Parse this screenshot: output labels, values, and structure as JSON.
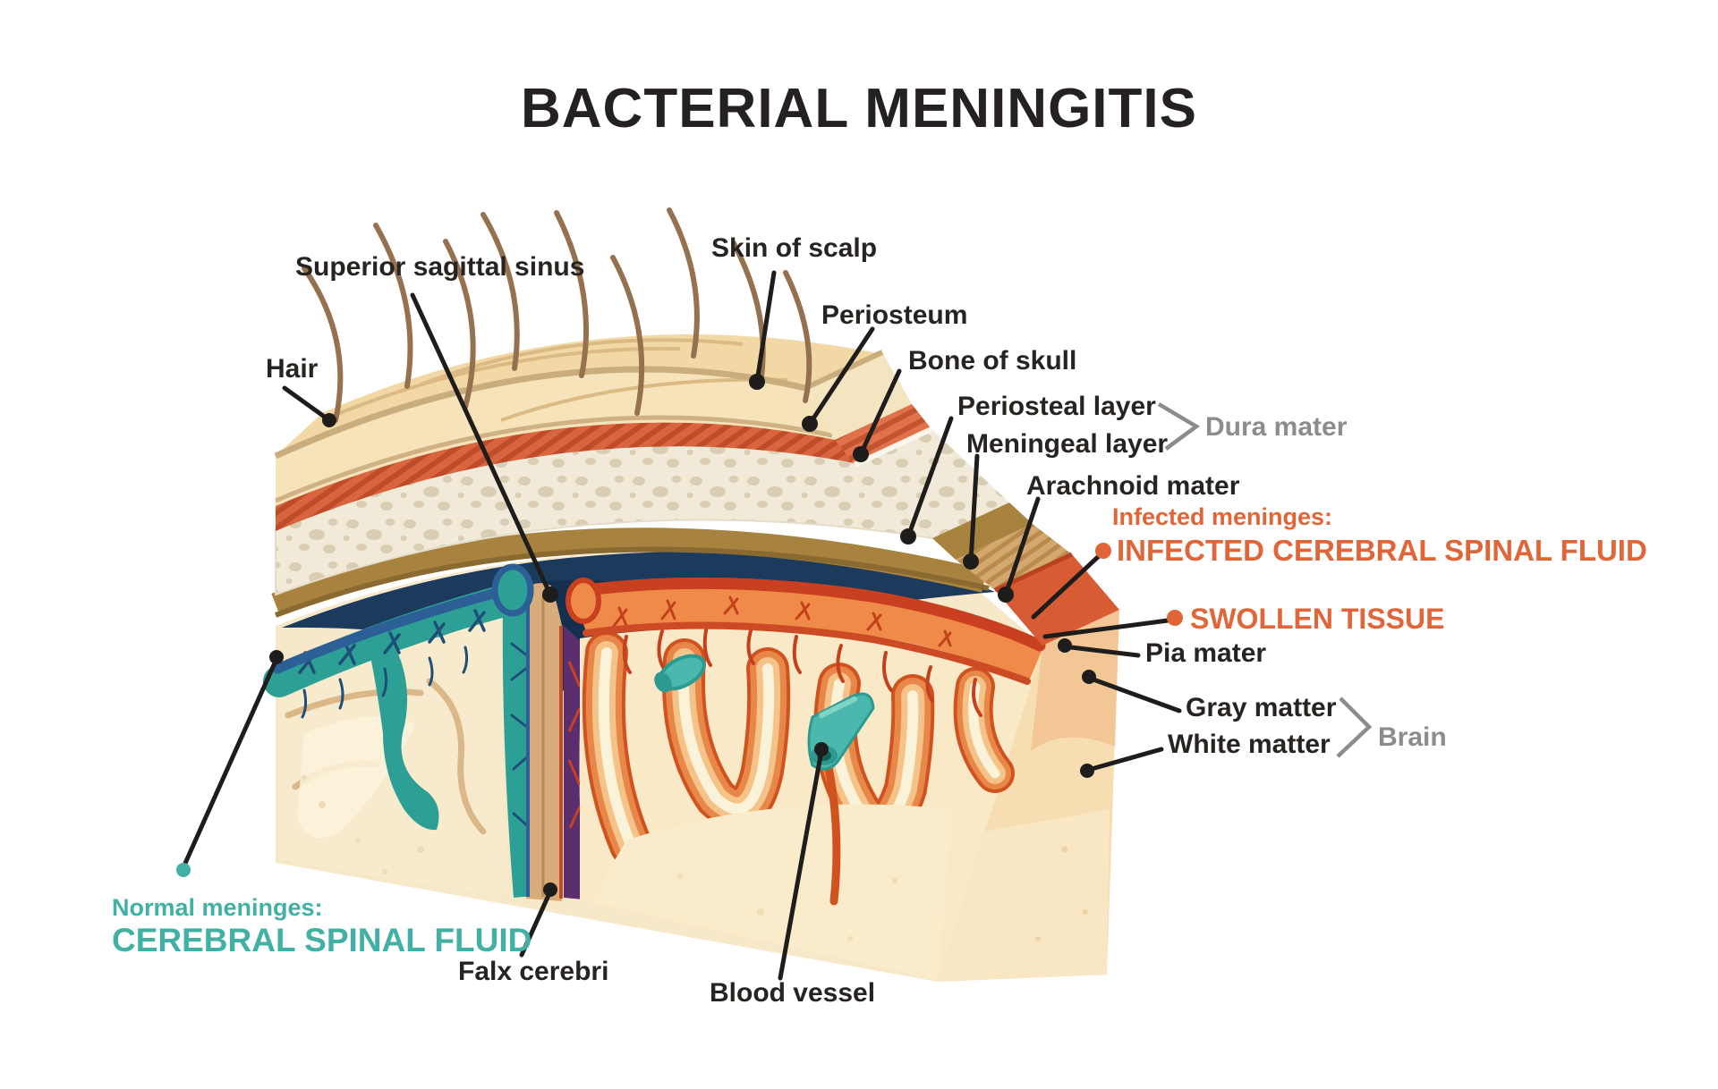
{
  "title": "BACTERIAL MENINGITIS",
  "labels": {
    "hair": "Hair",
    "superior_sagittal_sinus": "Superior sagittal sinus",
    "skin_of_scalp": "Skin of scalp",
    "periosteum": "Periosteum",
    "bone_of_skull": "Bone of skull",
    "periosteal_layer": "Periosteal layer",
    "meningeal_layer": "Meningeal layer",
    "dura_mater": "Dura mater",
    "arachnoid_mater": "Arachnoid mater",
    "infected_meninges_caption": "Infected meninges:",
    "infected_csf": "INFECTED CEREBRAL SPINAL FLUID",
    "swollen_tissue": "SWOLLEN TISSUE",
    "pia_mater": "Pia mater",
    "gray_matter": "Gray matter",
    "white_matter": "White matter",
    "brain": "Brain",
    "normal_meninges_caption": "Normal meninges:",
    "normal_csf": "CEREBRAL SPINAL FLUID",
    "falx_cerebri": "Falx cerebri",
    "blood_vessel": "Blood vessel"
  },
  "colors": {
    "label_text": "#262321",
    "muted_text": "#8c8c8c",
    "infected_text": "#e0663a",
    "normal_text": "#42b0a3",
    "leader_line": "#1f1d1b"
  }
}
